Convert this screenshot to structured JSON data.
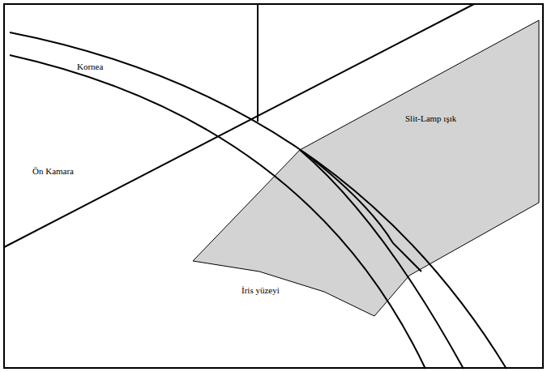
{
  "diagram": {
    "labels": [
      "Kornea",
      "Ön Kamara",
      "Slit-Lamp ışık",
      "İris yüzeyi"
    ]
  }
}
